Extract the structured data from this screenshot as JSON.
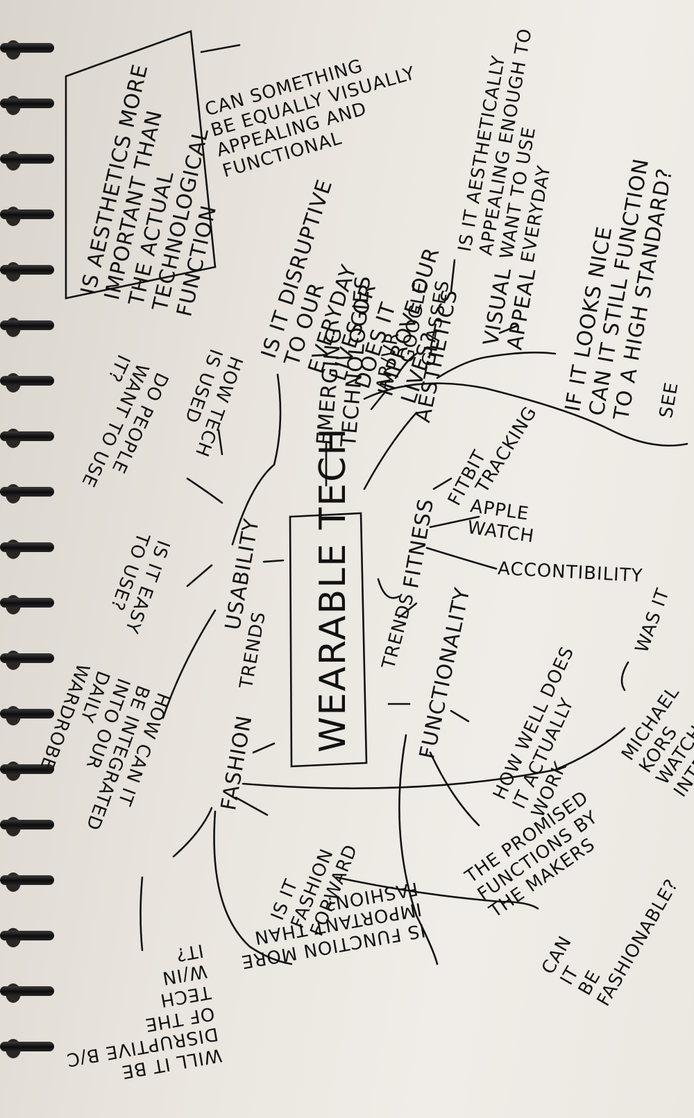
{
  "page": {
    "colors": {
      "ink": "#111111",
      "paper": "#eeebe5",
      "spiral": "#111111"
    },
    "central": {
      "text": "WEARABLE TECH"
    },
    "nodes": [
      {
        "key": "aesthetics_question",
        "text": "IS AESTHETICS MORE\nIMPORTANT THAN\nTHE ACTUAL\nTECHNOLOGICAL\nFUNCTION"
      },
      {
        "key": "can_something",
        "text": "CAN SOMETHING\nBE EQUALLY VISUALLY\nAPPEALING AND\nFUNCTIONAL"
      },
      {
        "key": "is_it_disruptive",
        "text": "IS IT DISRUPTIVE\nTO OUR\nEVERYDAY\nLIVES OR\nDOES IT\nIMPROVE OUR\nLIVES?"
      },
      {
        "key": "emerging",
        "text": "EMERGING\nTECHNOLOGIES"
      },
      {
        "key": "ar_vr",
        "text": "AR/VR"
      },
      {
        "key": "google_glasses",
        "text": "GOOGLE\nGLASSES"
      },
      {
        "key": "aesthetics",
        "text": "AESTHETICS"
      },
      {
        "key": "aesthetically_appealing",
        "text": "IS IT AESTHETICALLY\nAPPEALING ENOUGH TO\nWANT TO USE\nEVERYDAY"
      },
      {
        "key": "visual_appeal",
        "text": "VISUAL\nAPPEAL"
      },
      {
        "key": "if_looks_nice",
        "text": "IF IT LOOKS NICE\nCAN IT STILL FUNCTION\nTO A HIGH STANDARD?"
      },
      {
        "key": "usability",
        "text": "USABILITY"
      },
      {
        "key": "do_people_want",
        "text": "DO PEOPLE\nWANT TO USE\nIT?"
      },
      {
        "key": "how_tech_used",
        "text": "HOW TECH\nIS USED"
      },
      {
        "key": "is_it_easy",
        "text": "IS IT EASY\nTO USE?"
      },
      {
        "key": "trends_left",
        "text": "TRENDS"
      },
      {
        "key": "fashion",
        "text": "FASHION"
      },
      {
        "key": "how_integrated",
        "text": "HOW CAN IT\nBE INTEGRATED\nINTO OUR\nDAILY\nWARDROBE"
      },
      {
        "key": "fashion_forward",
        "text": "IS IT\nFASHION\nFORWARD"
      },
      {
        "key": "function_more_important",
        "text": "IS FUNCTION MORE\nIMPORTANT THAN\nFASHION?"
      },
      {
        "key": "will_it_be_disruptive",
        "text": "WILL IT BE\nDISRUPTIVE B/C\nOF THE\nTECH\nW/IN\nIT?"
      },
      {
        "key": "trends_right",
        "text": "TRENDS"
      },
      {
        "key": "fitness",
        "text": "FITNESS"
      },
      {
        "key": "fitbit",
        "text": "FITBIT"
      },
      {
        "key": "tracking",
        "text": "TRACKING"
      },
      {
        "key": "apple_watch",
        "text": "APPLE\nWATCH"
      },
      {
        "key": "accountability",
        "text": "ACCONTIBILITY"
      },
      {
        "key": "functionality",
        "text": "FUNCTIONALITY"
      },
      {
        "key": "how_well",
        "text": "HOW WELL DOES\nIT ACTUALLY\nWORK"
      },
      {
        "key": "promised_functions",
        "text": "THE PROMISED\nFUNCTIONS BY\nTHE MAKERS"
      },
      {
        "key": "michael_kors",
        "text": "MICHAEL\nKORS\nWATCH\nINTE"
      },
      {
        "key": "was_it",
        "text": "WAS IT"
      },
      {
        "key": "can_it_be_fashionable",
        "text": "CAN\nIT\nBE\nFASHIONABLE?"
      },
      {
        "key": "cut_edge",
        "text": "SEE"
      }
    ]
  }
}
